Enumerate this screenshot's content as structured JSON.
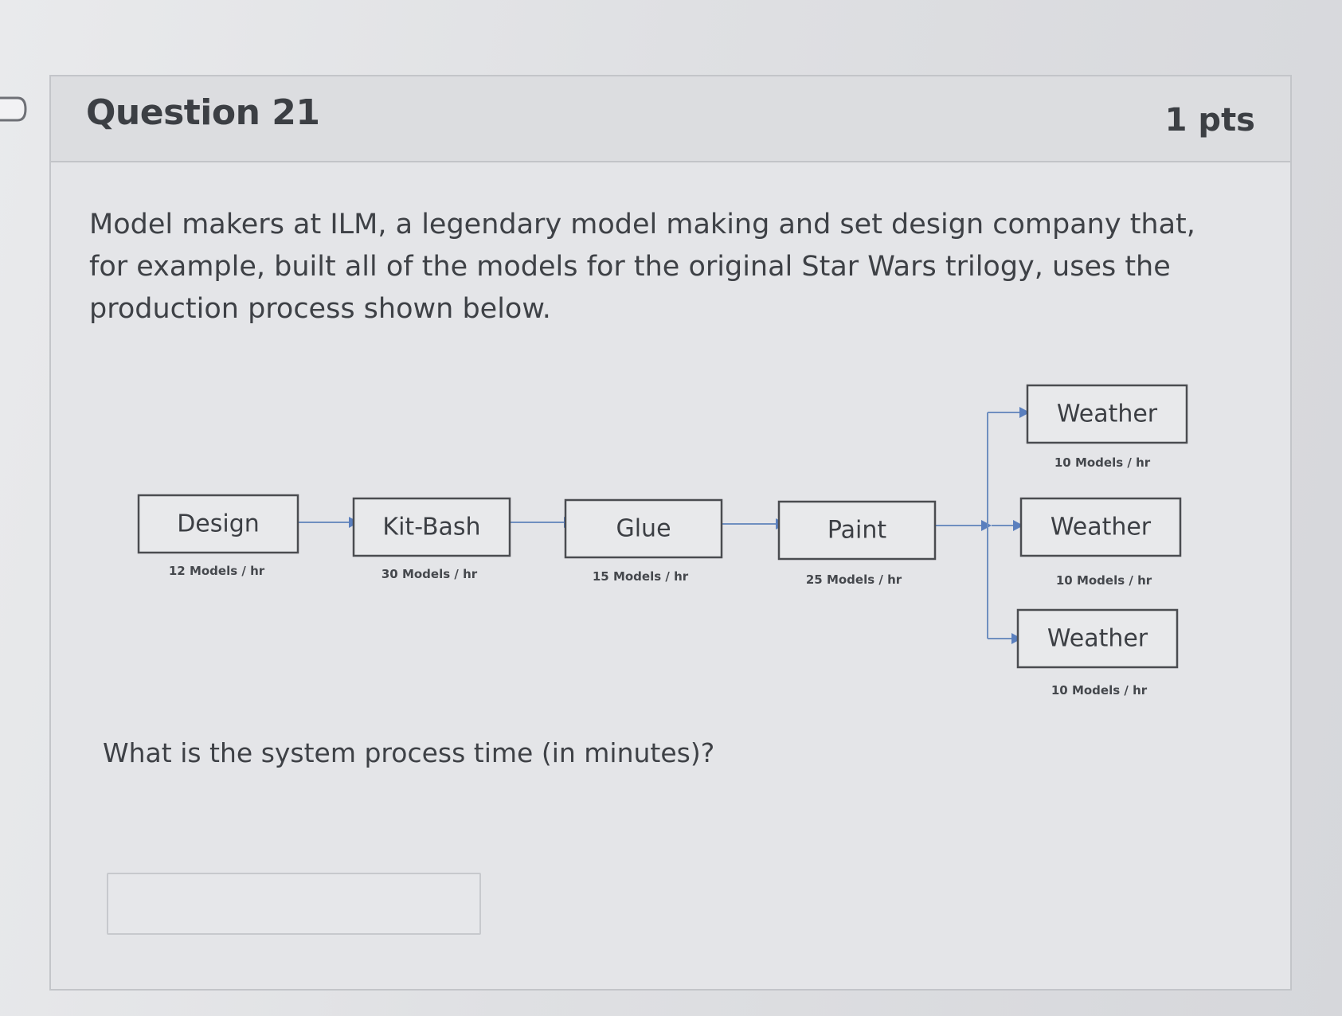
{
  "question": {
    "title": "Question 21",
    "points": "1 pts",
    "text": "Model makers at ILM, a legendary model making and set design company that, for example, built all of the models for the original Star Wars trilogy, uses the production process shown below.",
    "prompt": "What is the system process time (in minutes)?",
    "answer": {
      "value": "",
      "placeholder": ""
    }
  },
  "diagram": {
    "nodes": [
      {
        "label": "Design",
        "rate": "12 Models / hr"
      },
      {
        "label": "Kit-Bash",
        "rate": "30 Models / hr"
      },
      {
        "label": "Glue",
        "rate": "15 Models / hr"
      },
      {
        "label": "Paint",
        "rate": "25 Models / hr"
      },
      {
        "label": "Weather",
        "rate": "10 Models / hr"
      },
      {
        "label": "Weather",
        "rate": "10 Models / hr"
      },
      {
        "label": "Weather",
        "rate": "10 Models / hr"
      }
    ],
    "colors": {
      "arrow": "#5a7fbe",
      "box_border": "#4a4c50"
    }
  },
  "icons": {
    "bookmark": "bookmark-flag-icon"
  }
}
